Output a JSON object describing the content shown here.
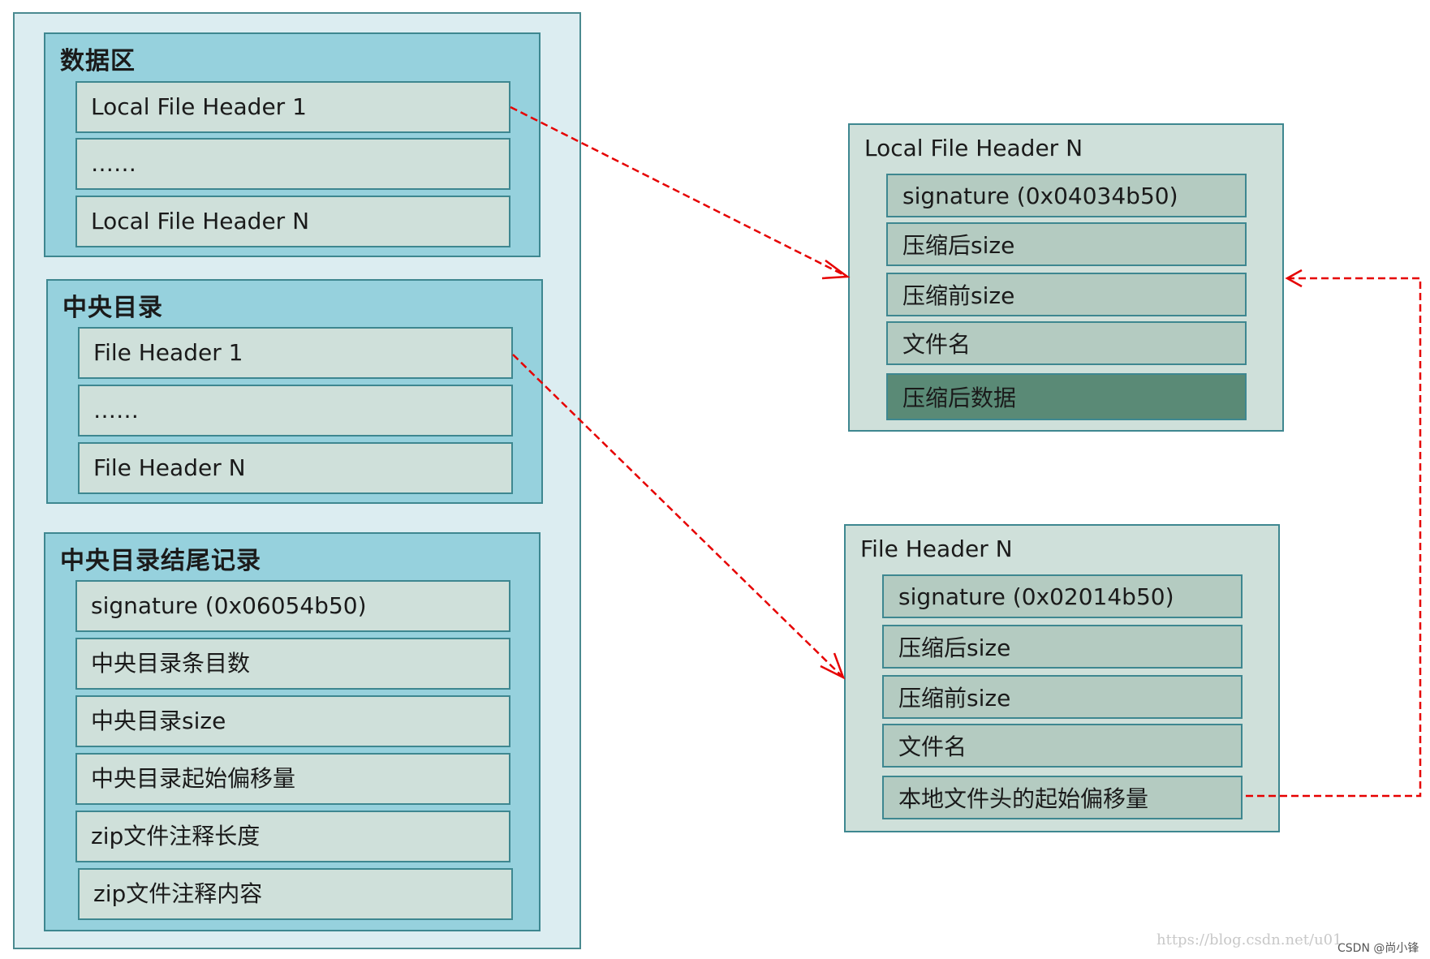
{
  "data_area": {
    "title": "数据区",
    "rows": [
      "Local File Header 1",
      "……",
      "Local File Header N"
    ]
  },
  "central_directory": {
    "title": "中央目录",
    "rows": [
      "File Header 1",
      "……",
      "File Header N"
    ]
  },
  "end_record": {
    "title": "中央目录结尾记录",
    "rows": [
      "signature (0x06054b50)",
      "中央目录条目数",
      "中央目录size",
      "中央目录起始偏移量",
      "zip文件注释长度",
      "zip文件注释内容"
    ]
  },
  "local_header_detail": {
    "title": "Local File Header N",
    "rows": [
      "signature (0x04034b50)",
      "压缩后size",
      "压缩前size",
      "文件名",
      "压缩后数据"
    ]
  },
  "file_header_detail": {
    "title": "File Header N",
    "rows": [
      "signature (0x02014b50)",
      "压缩后size",
      "压缩前size",
      "文件名",
      "本地文件头的起始偏移量"
    ]
  },
  "watermark": {
    "url": "https://blog.csdn.net/u01",
    "credit": "CSDN @尚小锋"
  },
  "colors": {
    "outer_bg": "#dcedf1",
    "section_bg": "#96d1dd",
    "row_bg": "#cfe0da",
    "detail_row_bg": "#b4cbc1",
    "highlight_row_bg": "#5a8a76",
    "border": "#3e8790",
    "arrow": "#e60000"
  }
}
